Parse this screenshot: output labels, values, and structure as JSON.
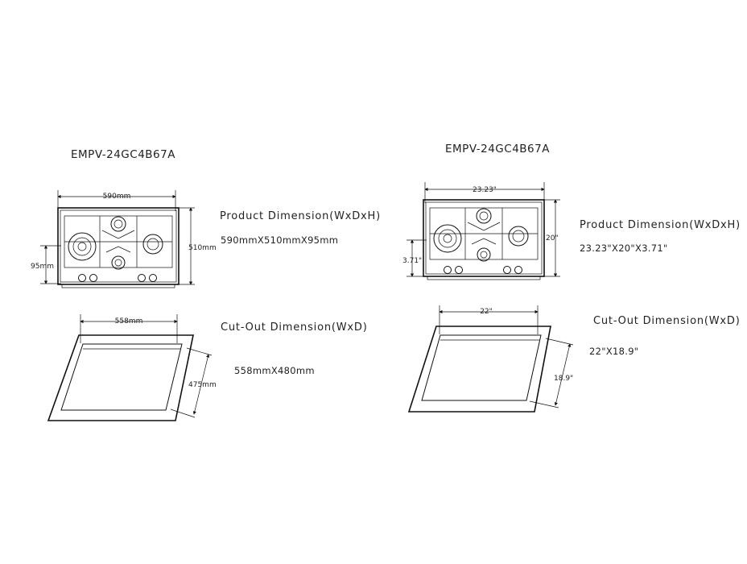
{
  "left": {
    "model": "EMPV-24GC4B67A",
    "product_title": "Product Dimension(WxDxH)",
    "product_value": "590mmX510mmX95mm",
    "width_label": "590mm",
    "depth_label": "510mm",
    "height_label": "95mm",
    "cutout_title": "Cut-Out Dimension(WxD)",
    "cutout_value": "558mmX480mm",
    "cutout_width_label": "558mm",
    "cutout_depth_label": "475mm"
  },
  "right": {
    "model": "EMPV-24GC4B67A",
    "product_title": "Product Dimension(WxDxH)",
    "product_value": "23.23\"X20\"X3.71\"",
    "width_label": "23.23\"",
    "depth_label": "20\"",
    "height_label": "3.71\"",
    "cutout_title": "Cut-Out Dimension(WxD)",
    "cutout_value": "22\"X18.9\"",
    "cutout_width_label": "22\"",
    "cutout_depth_label": "18.9\""
  }
}
